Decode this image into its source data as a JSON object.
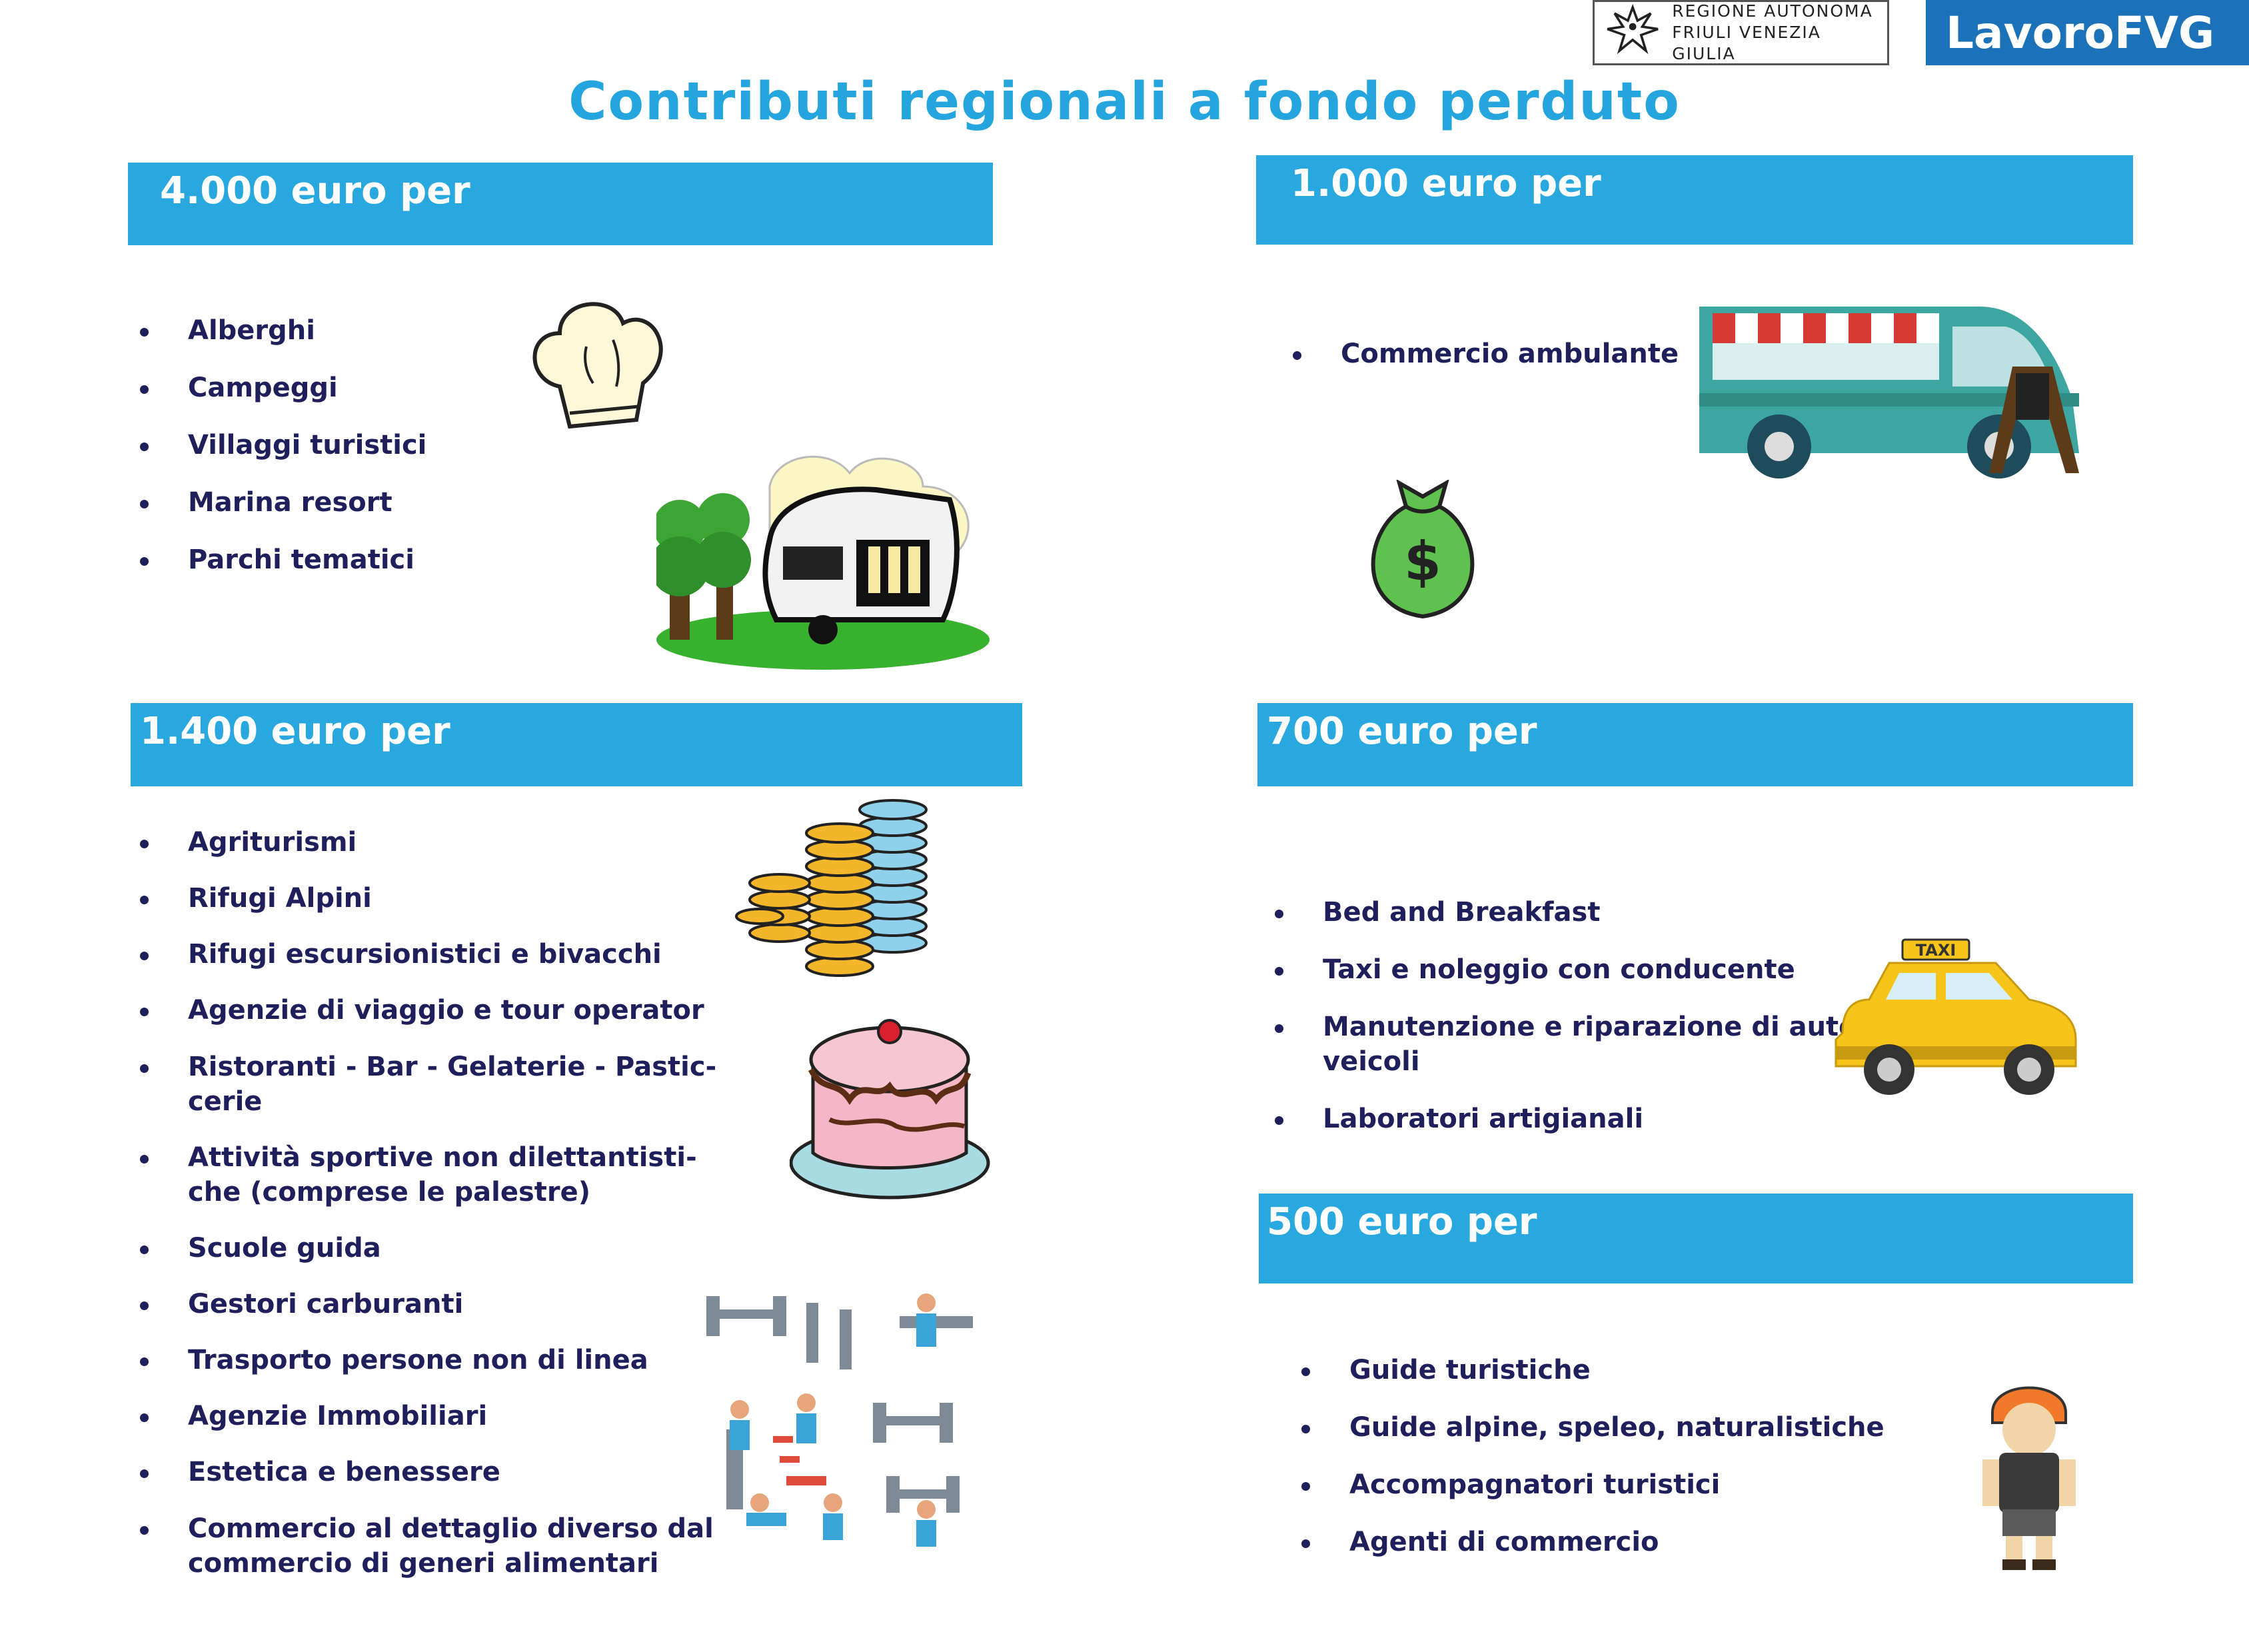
{
  "header": {
    "region_logo_text_line1": "REGIONE AUTONOMA",
    "region_logo_text_line2": "FRIULI VENEZIA GIULIA",
    "brand_logo_text": "LavoroFVG",
    "title": "Contributi regionali a fondo perduto"
  },
  "colors": {
    "band": "#29a8e0",
    "title": "#25a5dd",
    "text": "#1f1f5c",
    "brand": "#1b72b9"
  },
  "sections": {
    "s4000": {
      "heading": "4.000 euro per",
      "items": [
        "Alberghi",
        "Campeggi",
        "Villaggi turistici",
        "Marina resort",
        "Parchi tematici"
      ],
      "icons": [
        "chef-hat-icon",
        "caravan-icon"
      ]
    },
    "s1000": {
      "heading": "1.000 euro per",
      "items": [
        "Commercio ambulante"
      ],
      "icons": [
        "food-truck-icon",
        "money-bag-icon"
      ]
    },
    "s1400": {
      "heading": "1.400 euro per",
      "items": [
        "Agriturismi",
        "Rifugi Alpini",
        "Rifugi escursionistici e bivacchi",
        "Agenzie di viaggio e tour operator",
        "Ristoranti - Bar - Gelaterie - Pastic-",
        "cerie",
        "Attività sportive non dilettantisti-",
        "che (comprese le palestre)",
        "Scuole guida",
        "Gestori carburanti",
        "Trasporto persone non di linea",
        "Agenzie Immobiliari",
        "Estetica e benessere",
        "Commercio al dettaglio diverso dal",
        "commercio di generi alimentari"
      ],
      "icons": [
        "coins-icon",
        "cake-icon",
        "gym-icon"
      ]
    },
    "s700": {
      "heading": "700 euro per",
      "items": [
        "Bed and Breakfast",
        "Taxi e noleggio con conducente",
        "Manutenzione e riparazione di auto-",
        "veicoli",
        "Laboratori artigianali"
      ],
      "icons": [
        "taxi-icon"
      ]
    },
    "s500": {
      "heading": "500 euro per",
      "items": [
        "Guide turistiche",
        "Guide alpine, speleo, naturalistiche",
        "Accompagnatori turistici",
        "Agenti di commercio"
      ],
      "icons": [
        "climber-icon"
      ],
      "taxi_label": "TAXI"
    }
  }
}
